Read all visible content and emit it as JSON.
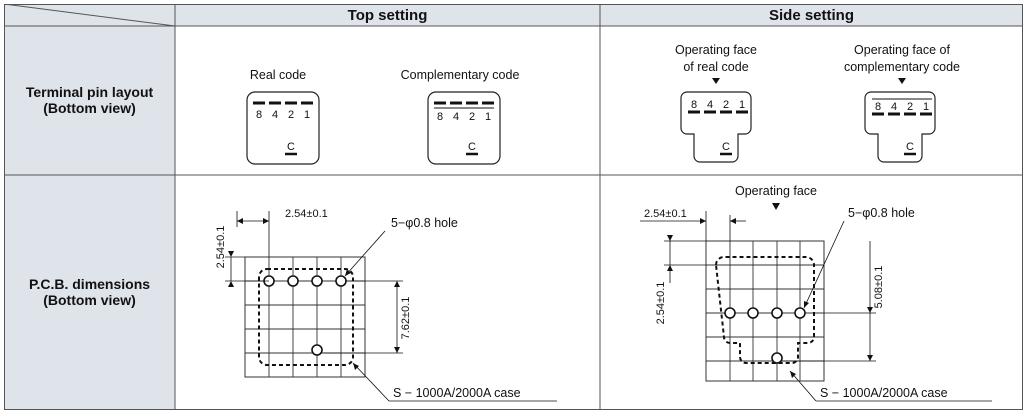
{
  "headers": {
    "top_setting": "Top setting",
    "side_setting": "Side setting"
  },
  "rows": {
    "terminal_line1": "Terminal pin layout",
    "terminal_line2": "(Bottom view)",
    "pcb_line1": "P.C.B. dimensions",
    "pcb_line2": "(Bottom view)"
  },
  "terminal_top": {
    "real_code_label": "Real code",
    "complementary_code_label": "Complementary code",
    "pins": [
      "8",
      "4",
      "2",
      "1"
    ],
    "common_pin": "C"
  },
  "terminal_side": {
    "real_face_line1": "Operating face",
    "real_face_line2": "of real code",
    "comp_face_line1": "Operating face of",
    "comp_face_line2": "complementary code",
    "pins": [
      "8",
      "4",
      "2",
      "1"
    ],
    "common_pin": "C"
  },
  "pcb_top": {
    "pitch_h": "2.54±0.1",
    "pitch_v": "2.54±0.1",
    "hole": "5−φ0.8 hole",
    "span": "7.62±0.1",
    "case": "S − 1000A/2000A case"
  },
  "pcb_side": {
    "operating_face": "Operating face",
    "pitch_h": "2.54±0.1",
    "hole": "5−φ0.8 hole",
    "pitch_v": "2.54±0.1",
    "span": "5.08±0.1",
    "case": "S − 1000A/2000A  case"
  },
  "colors": {
    "header_bg": "#dfe3ea",
    "rowhead_bg": "#dfe3ea",
    "line": "#444444"
  }
}
